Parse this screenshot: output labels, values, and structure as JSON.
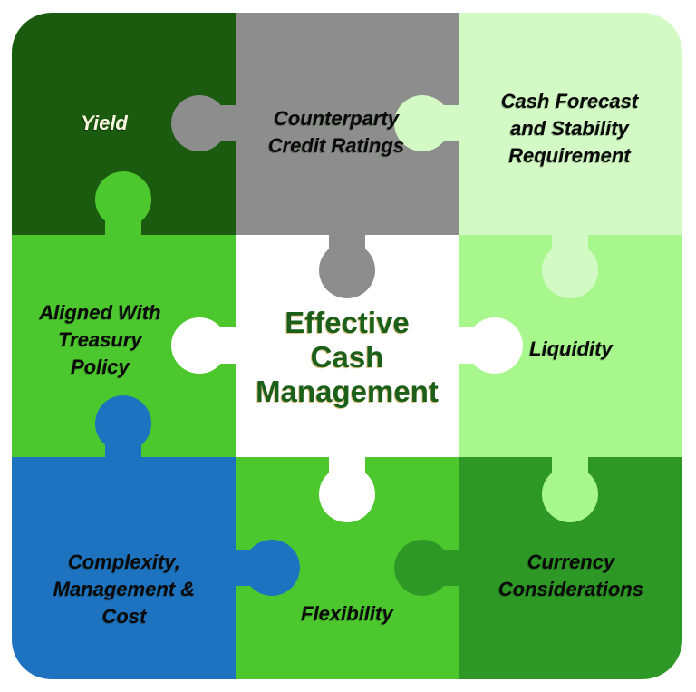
{
  "puzzle": {
    "title": "Effective Cash Management puzzle diagram",
    "center": {
      "name": "Effective Cash Management",
      "lines": [
        "Effective",
        "Cash",
        "Management"
      ],
      "color": "#ffffff",
      "text_color": "#1a601a"
    },
    "pieces": [
      {
        "id": "yield",
        "position": "top-left",
        "lines": [
          "Yield"
        ],
        "color": "#1a5b10",
        "text_color": "#faf7e0"
      },
      {
        "id": "counterparty-credit-ratings",
        "position": "top-center",
        "lines": [
          "Counterparty",
          "Credit Ratings"
        ],
        "color": "#8d8d8d",
        "text_color": "#0a0a0a"
      },
      {
        "id": "cash-forecast-and-stability-requirement",
        "position": "top-right",
        "lines": [
          "Cash Forecast",
          "and Stability",
          "Requirement"
        ],
        "color": "#d3f9c4",
        "text_color": "#0a0a0a"
      },
      {
        "id": "aligned-with-treasury-policy",
        "position": "middle-left",
        "lines": [
          "Aligned With",
          "Treasury",
          "Policy"
        ],
        "color": "#4dc72e",
        "text_color": "#0a0a0a"
      },
      {
        "id": "liquidity",
        "position": "middle-right",
        "lines": [
          "Liquidity"
        ],
        "color": "#a7f78c",
        "text_color": "#0a0a0a"
      },
      {
        "id": "complexity-management-cost",
        "position": "bottom-left",
        "lines": [
          "Complexity,",
          "Management &",
          "Cost"
        ],
        "color": "#1e73c0",
        "text_color": "#0a0a0a"
      },
      {
        "id": "flexibility",
        "position": "bottom-center",
        "lines": [
          "Flexibility"
        ],
        "color": "#4dc72e",
        "text_color": "#0a0a0a"
      },
      {
        "id": "currency-considerations",
        "position": "bottom-right",
        "lines": [
          "Currency",
          "Considerations"
        ],
        "color": "#2e9826",
        "text_color": "#0a0a0a"
      }
    ]
  }
}
